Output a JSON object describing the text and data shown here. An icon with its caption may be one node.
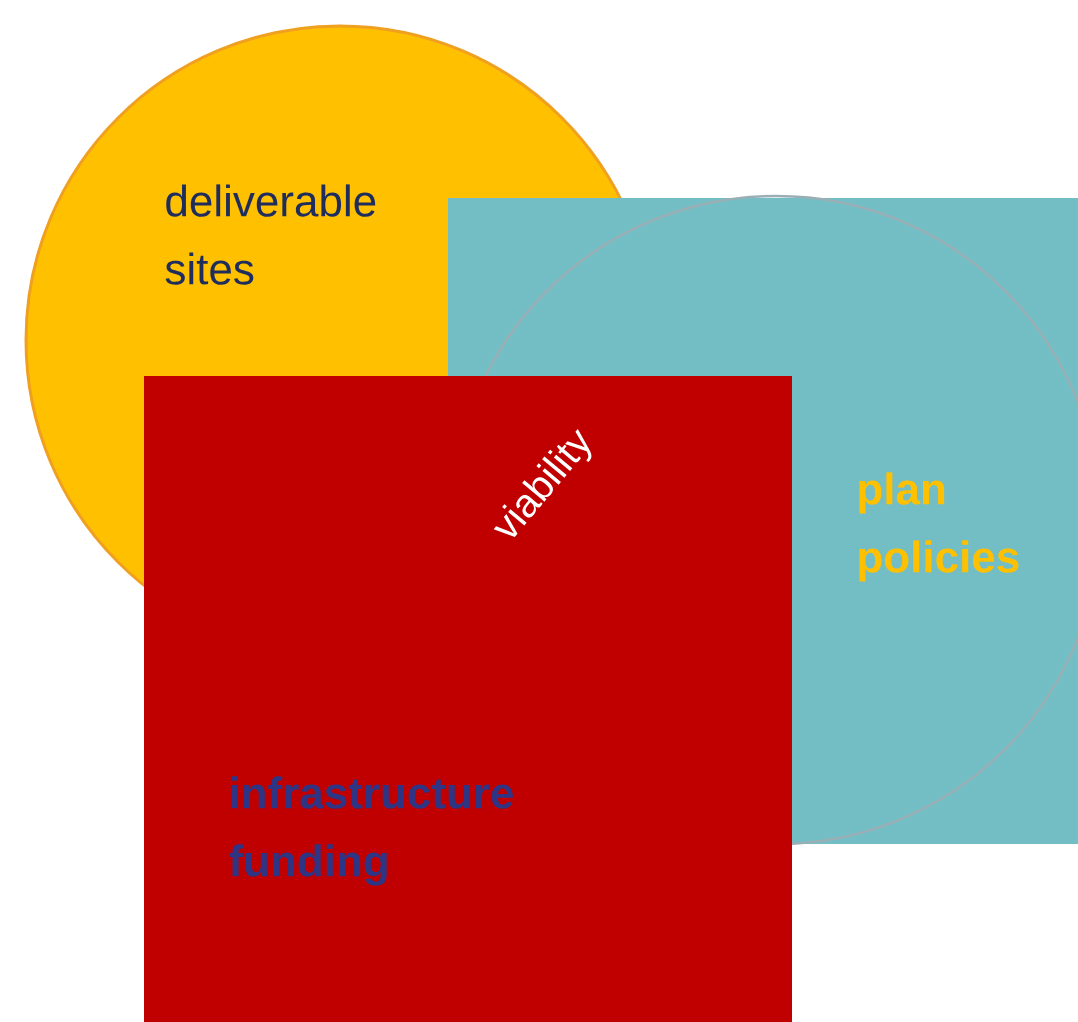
{
  "diagram": {
    "nodes": [
      {
        "text": [
          "deliverable sites"
        ]
      },
      {
        "text": [
          "plan policies"
        ]
      },
      {
        "text": [
          "infrastructure funding"
        ]
      }
    ],
    "labels": [
      "viability"
    ]
  }
}
